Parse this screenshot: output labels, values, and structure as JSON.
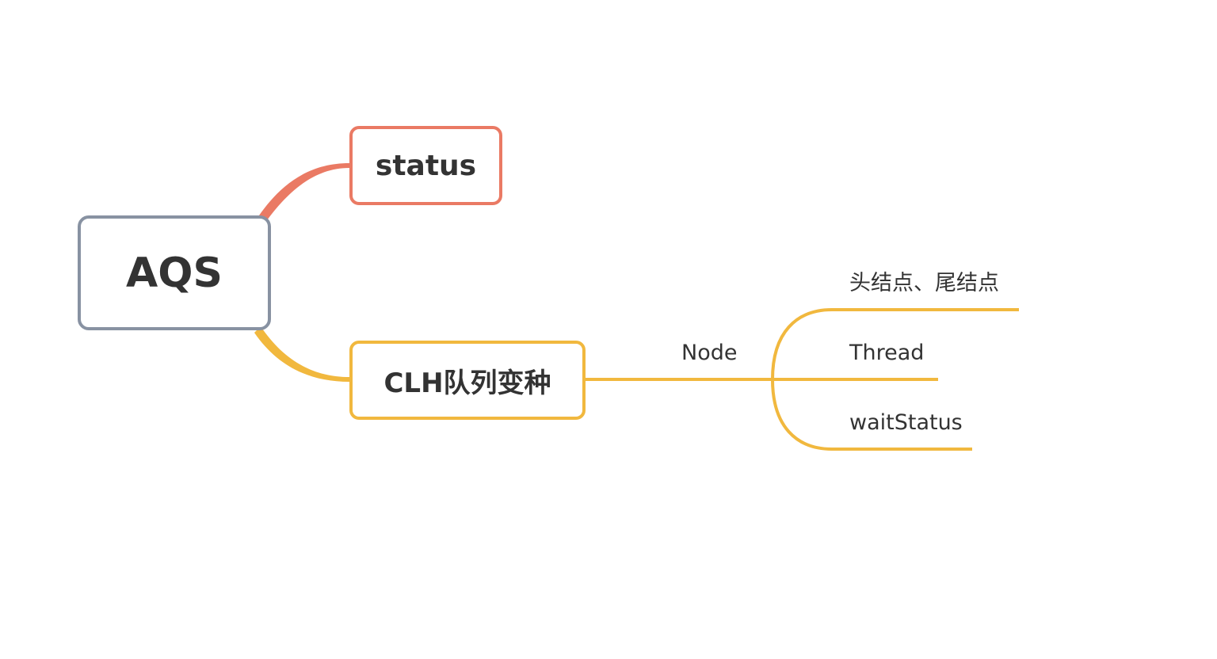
{
  "root": {
    "label": "AQS",
    "border_color": "#8892a2"
  },
  "branches": [
    {
      "label": "status",
      "color": "#ea7a64"
    },
    {
      "label": "CLH队列变种",
      "color": "#f1b83e",
      "child": {
        "label": "Node",
        "children": [
          {
            "label": "头结点、尾结点"
          },
          {
            "label": "Thread"
          },
          {
            "label": "waitStatus"
          }
        ]
      }
    }
  ]
}
